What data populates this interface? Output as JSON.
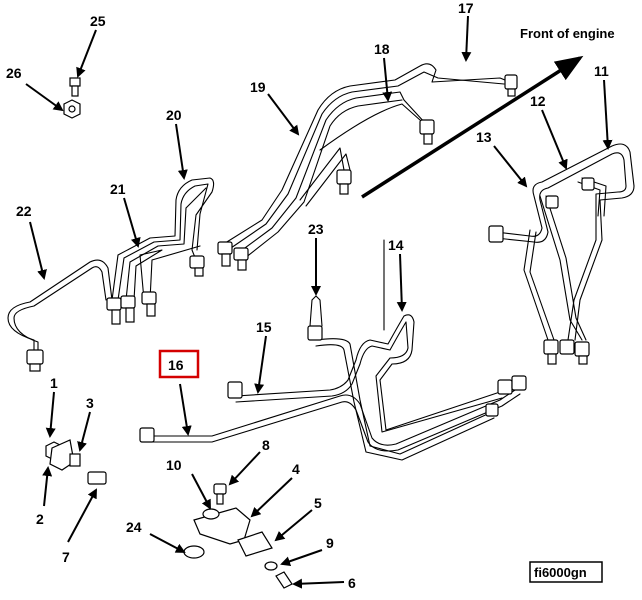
{
  "heading": "Front of engine",
  "figure_id": "fi6000gn",
  "highlighted_callout": "16",
  "callouts": [
    {
      "id": "c1",
      "label": "1"
    },
    {
      "id": "c2",
      "label": "2"
    },
    {
      "id": "c3",
      "label": "3"
    },
    {
      "id": "c4",
      "label": "4"
    },
    {
      "id": "c5",
      "label": "5"
    },
    {
      "id": "c6",
      "label": "6"
    },
    {
      "id": "c7",
      "label": "7"
    },
    {
      "id": "c8",
      "label": "8"
    },
    {
      "id": "c9",
      "label": "9"
    },
    {
      "id": "c10",
      "label": "10"
    },
    {
      "id": "c11",
      "label": "11"
    },
    {
      "id": "c12",
      "label": "12"
    },
    {
      "id": "c13",
      "label": "13"
    },
    {
      "id": "c14",
      "label": "14"
    },
    {
      "id": "c15",
      "label": "15"
    },
    {
      "id": "c16",
      "label": "16"
    },
    {
      "id": "c17",
      "label": "17"
    },
    {
      "id": "c18",
      "label": "18"
    },
    {
      "id": "c19",
      "label": "19"
    },
    {
      "id": "c20",
      "label": "20"
    },
    {
      "id": "c21",
      "label": "21"
    },
    {
      "id": "c22",
      "label": "22"
    },
    {
      "id": "c23",
      "label": "23"
    },
    {
      "id": "c24",
      "label": "24"
    },
    {
      "id": "c25",
      "label": "25"
    },
    {
      "id": "c26",
      "label": "26"
    }
  ],
  "colors": {
    "line": "#000000",
    "highlight_box": "#d40000",
    "background": "#ffffff"
  }
}
